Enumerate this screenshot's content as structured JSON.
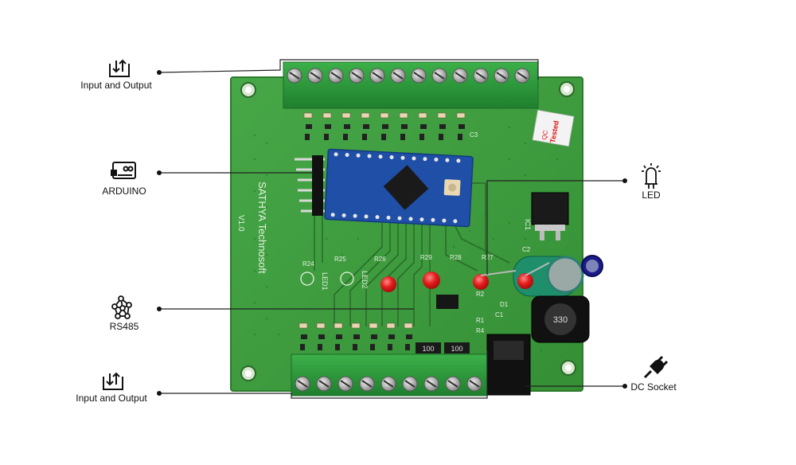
{
  "labels": {
    "io_top": "Input and Output",
    "arduino": "ARDUINO",
    "rs485": "RS485",
    "io_bottom": "Input and Output",
    "led": "LED",
    "dc_socket": "DC Socket"
  },
  "board_text": {
    "brand": "SATHYA Technosoft",
    "version": "V1.0",
    "qc_sticker_1": "QC",
    "qc_sticker_2": "Tested",
    "ic_label": "IC1",
    "inductor_value": "330",
    "resistor_value_1": "100",
    "resistor_value_2": "100",
    "led1": "LED1",
    "led2": "LED2",
    "r26": "R26",
    "r25": "R25",
    "r24": "R24",
    "r29": "R29",
    "r28": "R28",
    "r27": "R27",
    "c3": "C3",
    "c2": "C2",
    "c1": "C1",
    "d1": "D1",
    "r1": "R1",
    "r2": "R2",
    "r4": "R4"
  },
  "colors": {
    "pcb": "#3c9a3a",
    "pcb_dark": "#2e7f2f",
    "terminal": "#2f9a3e",
    "arduino": "#1f4fa6",
    "led_red": "#e41b1b",
    "icon": "#111111",
    "leader": "#222222"
  },
  "icons": {
    "io_top": "input-output-icon",
    "arduino": "arduino-board-icon",
    "rs485": "network-nodes-icon",
    "io_bottom": "input-output-icon",
    "led": "led-bulb-icon",
    "dc_socket": "power-plug-icon"
  }
}
